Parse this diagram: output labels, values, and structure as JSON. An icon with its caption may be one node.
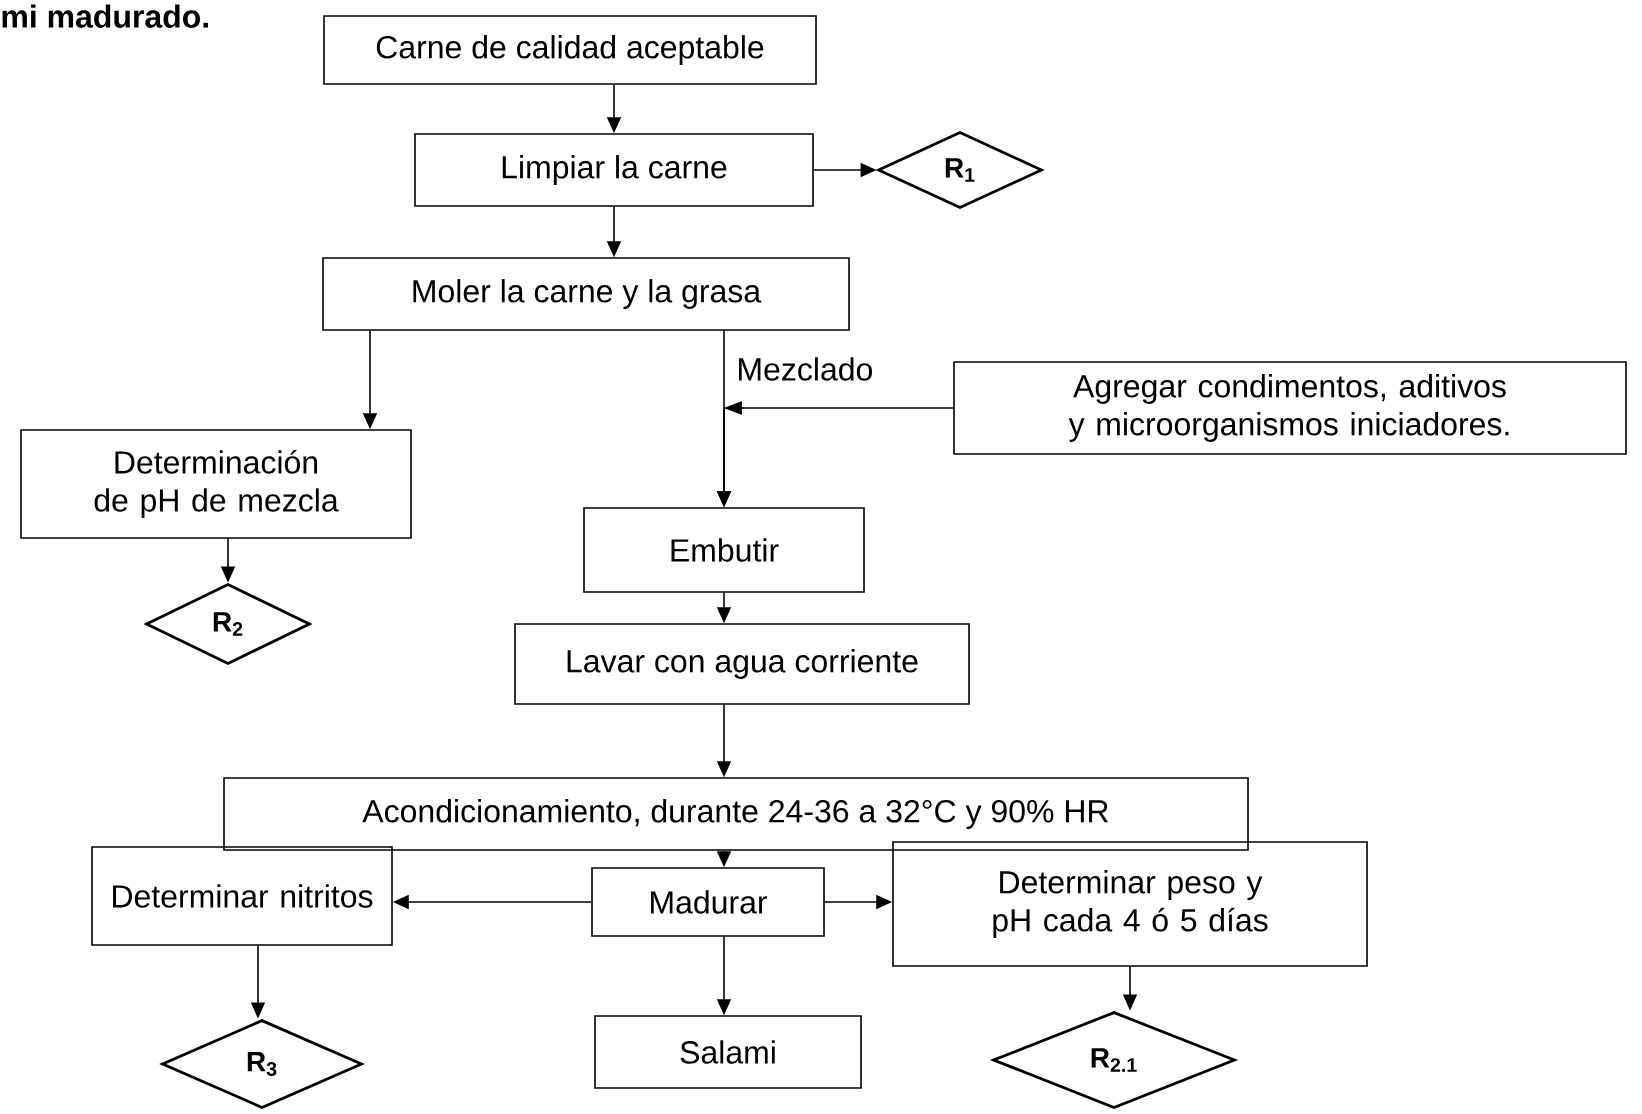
{
  "diagram": {
    "title": "mi madurado.",
    "nodes": [
      {
        "text": [
          "Carne de calidad aceptable"
        ]
      },
      {
        "text": [
          "Limpiar la carne"
        ]
      },
      {
        "text": [
          "R$_{1}$"
        ]
      },
      {
        "text": [
          "Moler la carne y la grasa"
        ]
      },
      {
        "text": [
          "Determinación de pH de mezcla"
        ]
      },
      {
        "text": [
          "Agregar condimentos, aditivos y microorganismos iniciadores."
        ]
      },
      {
        "text": [
          "Embutir"
        ]
      },
      {
        "text": [
          "R$_{2}$"
        ]
      },
      {
        "text": [
          "Lavar con agua corriente"
        ]
      },
      {
        "text": [
          "Acondicionamiento, durante 24-36 a 32°C y 90% HR"
        ]
      },
      {
        "text": [
          "Determinar nitritos"
        ]
      },
      {
        "text": [
          "Madurar"
        ]
      },
      {
        "text": [
          "Determinar  peso y pH cada 4 ó 5 días"
        ]
      },
      {
        "text": [
          "R$_{3}$"
        ]
      },
      {
        "text": [
          "Salami"
        ]
      },
      {
        "text": [
          "R$_{2.1}$"
        ]
      }
    ],
    "edges": [
      {
        "from": 0,
        "to": 1,
        "arrow": "to"
      },
      {
        "from": 1,
        "to": 2,
        "arrow": "to"
      },
      {
        "from": 1,
        "to": 3,
        "arrow": "to"
      },
      {
        "from": 3,
        "to": 4,
        "arrow": "to"
      },
      {
        "from": 3,
        "to": 6,
        "arrow": "to",
        "label": "Mezclado"
      },
      {
        "from": 5,
        "to": 6,
        "arrow": "to"
      },
      {
        "from": 4,
        "to": 7,
        "arrow": "to"
      },
      {
        "from": 6,
        "to": 8,
        "arrow": "to"
      },
      {
        "from": 8,
        "to": 9,
        "arrow": "to"
      },
      {
        "from": 9,
        "to": 11,
        "arrow": "to"
      },
      {
        "from": 11,
        "to": 10,
        "arrow": "to"
      },
      {
        "from": 11,
        "to": 12,
        "arrow": "to"
      },
      {
        "from": 11,
        "to": 14,
        "arrow": "to"
      },
      {
        "from": 10,
        "to": 13,
        "arrow": "to"
      },
      {
        "from": 12,
        "to": 15,
        "arrow": "to"
      }
    ]
  }
}
